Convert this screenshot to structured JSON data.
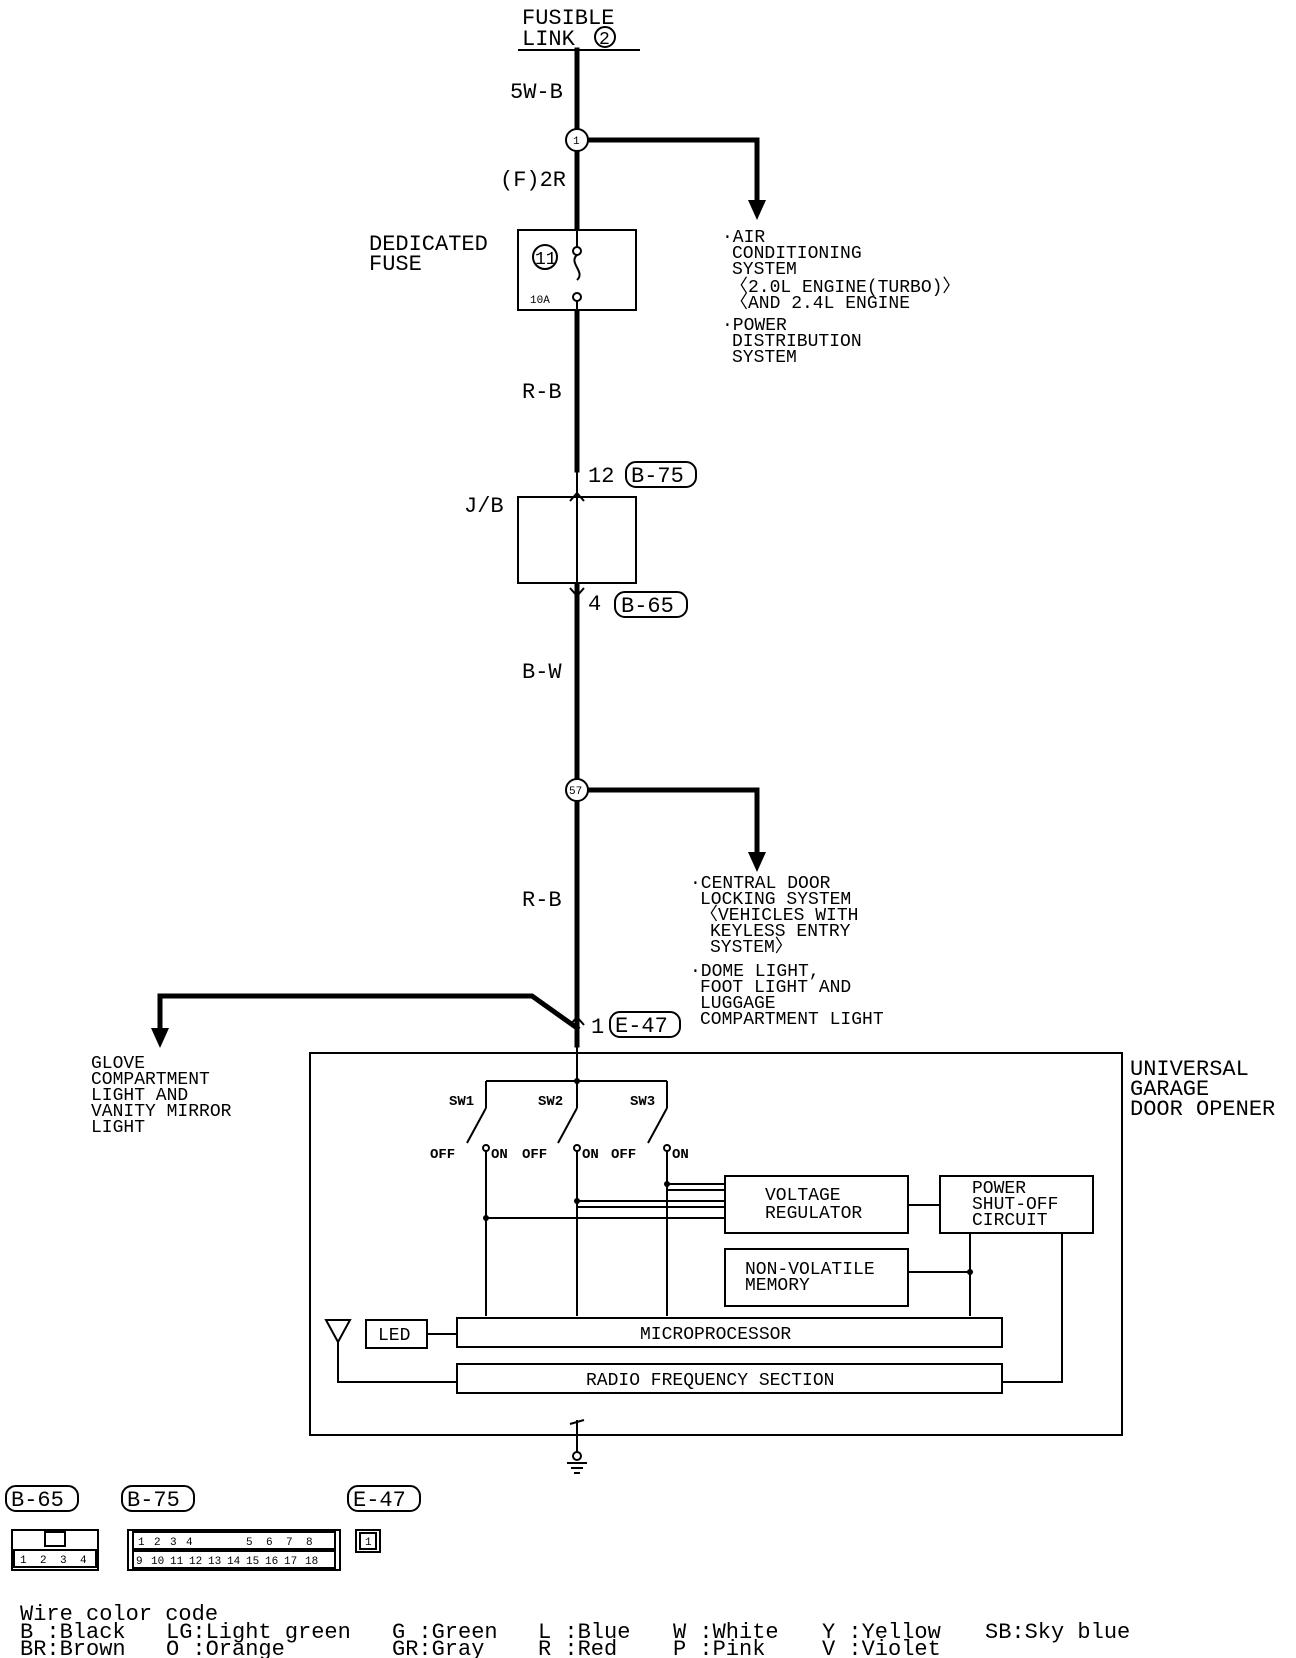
{
  "source": {
    "line1": "FUSIBLE",
    "line2": "LINK",
    "number": "2"
  },
  "wires": {
    "w1": "5W-B",
    "w2": "(F)2R",
    "w3": "R-B",
    "w4": "B-W",
    "w5": "R-B"
  },
  "junctions": {
    "j1": "1",
    "j57": "57"
  },
  "fuse": {
    "label_line1": "DEDICATED",
    "label_line2": "FUSE",
    "number": "11",
    "rating": "10A"
  },
  "jb": {
    "label": "J/B",
    "pin_top": "12",
    "connector_top": "B-75",
    "pin_bottom": "4",
    "connector_bottom": "B-65"
  },
  "branch1": {
    "lines": [
      "·AIR",
      "CONDITIONING",
      "SYSTEM",
      "〈2.0L ENGINE(TURBO)〉",
      "〈AND 2.4L ENGINE",
      "·POWER",
      "DISTRIBUTION",
      "SYSTEM"
    ]
  },
  "branch2": {
    "lines": [
      "·CENTRAL DOOR",
      "LOCKING SYSTEM",
      "〈VEHICLES WITH",
      "KEYLESS ENTRY",
      "SYSTEM〉",
      "·DOME LIGHT,",
      "FOOT LIGHT AND",
      "LUGGAGE",
      "COMPARTMENT LIGHT"
    ]
  },
  "branch3": {
    "lines": [
      "GLOVE",
      "COMPARTMENT",
      "LIGHT AND",
      "VANITY MIRROR",
      "LIGHT"
    ]
  },
  "opener": {
    "pin": "1",
    "connector": "E-47",
    "title_lines": [
      "UNIVERSAL",
      "GARAGE",
      "DOOR OPENER"
    ],
    "switches": [
      "SW1",
      "SW2",
      "SW3"
    ],
    "off": "OFF",
    "on": "ON",
    "voltage_regulator": [
      "VOLTAGE",
      "REGULATOR"
    ],
    "power_shutoff": [
      "POWER",
      "SHUT-OFF",
      "CIRCUIT"
    ],
    "memory": [
      "NON-VOLATILE",
      "MEMORY"
    ],
    "led": "LED",
    "microprocessor": "MICROPROCESSOR",
    "rf_section": "RADIO FREQUENCY SECTION"
  },
  "connectors": {
    "b65": {
      "label": "B-65",
      "pins": [
        "1",
        "2",
        "3",
        "4"
      ]
    },
    "b75": {
      "label": "B-75",
      "pins_top": [
        "1",
        "2",
        "3",
        "4",
        "5",
        "6",
        "7",
        "8"
      ],
      "pins_bottom": [
        "9",
        "10",
        "11",
        "12",
        "13",
        "14",
        "15",
        "16",
        "17",
        "18"
      ]
    },
    "e47": {
      "label": "E-47",
      "pins": [
        "1"
      ]
    }
  },
  "legend": {
    "title": "Wire color code",
    "items": [
      "B :Black",
      "LG:Light green",
      "G :Green",
      "L :Blue",
      "W :White",
      "Y :Yellow",
      "SB:Sky blue",
      "BR:Brown",
      "O :Orange",
      "GR:Gray",
      "R :Red",
      "P :Pink",
      "V :Violet"
    ]
  }
}
